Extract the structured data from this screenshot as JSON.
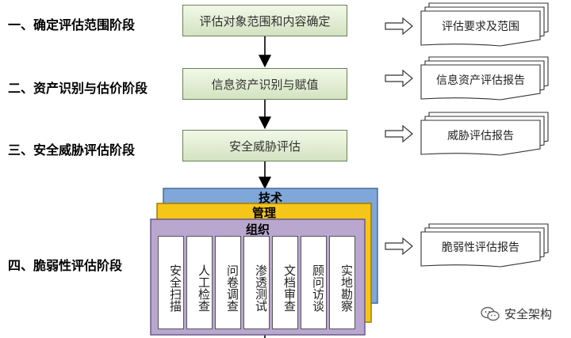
{
  "stages": [
    "一、确定评估范围阶段",
    "二、资产识别与估价阶段",
    "三、安全威胁评估阶段",
    "四、脆弱性评估阶段"
  ],
  "steps": [
    "评估对象范围和内容确定",
    "信息资产识别与赋值",
    "安全威胁评估"
  ],
  "documents": [
    "评估要求及范围",
    "信息资产评估报告",
    "威胁评估报告",
    "脆弱性评估报告"
  ],
  "layers": {
    "technical": "技术",
    "management": "管理",
    "organization": "组织"
  },
  "methods": [
    "安全扫描",
    "人工检查",
    "问卷调查",
    "渗透测试",
    "文档审查",
    "顾问访谈",
    "实地勘察"
  ],
  "watermark": "安全架构",
  "colors": {
    "step_border": "#6a7f5a",
    "technical_layer": "#7fa7d9",
    "management_layer": "#f5c518",
    "organization_layer": "#b9a7cf"
  }
}
